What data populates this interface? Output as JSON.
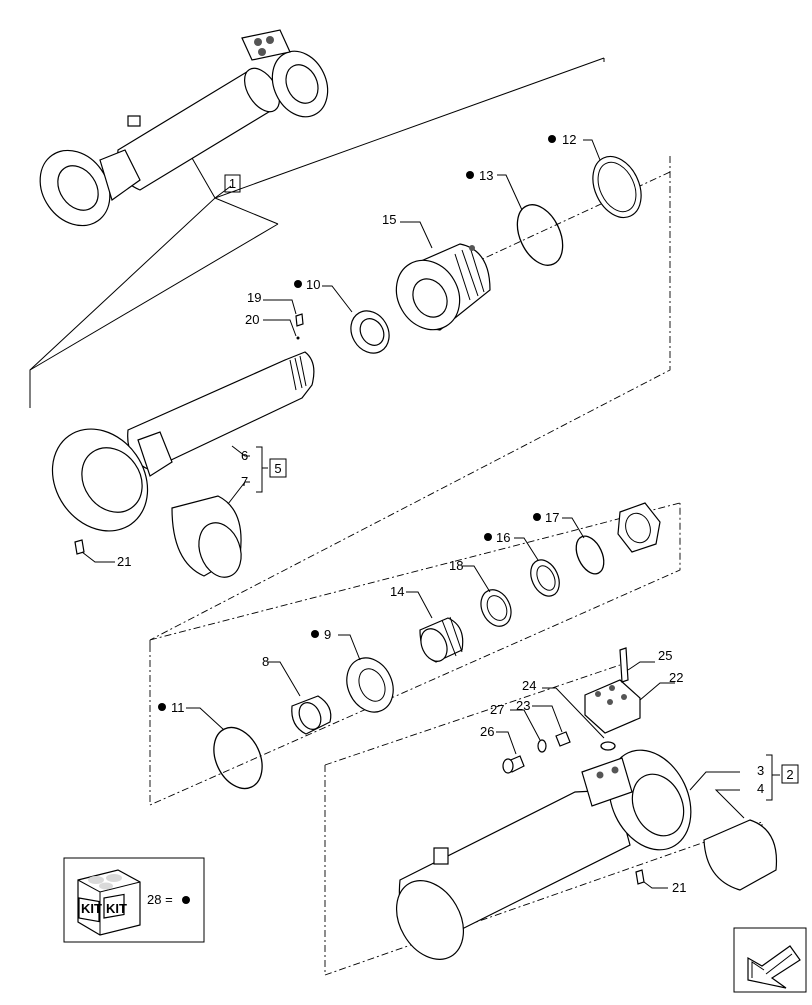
{
  "diagram": {
    "callouts": {
      "c1": "1",
      "c2": "2",
      "c3": "3",
      "c4": "4",
      "c5": "5",
      "c6": "6",
      "c7": "7",
      "c8": "8",
      "c9": "9",
      "c10": "10",
      "c11": "11",
      "c12": "12",
      "c13": "13",
      "c14": "14",
      "c15": "15",
      "c16": "16",
      "c17": "17",
      "c18": "18",
      "c19": "19",
      "c20": "20",
      "c21a": "21",
      "c21b": "21",
      "c22": "22",
      "c23": "23",
      "c24": "24",
      "c25": "25",
      "c26": "26",
      "c27": "27"
    },
    "legend": {
      "kit_word_1": "KIT",
      "kit_word_2": "KIT",
      "kit_label": "28 ="
    },
    "icons": [
      "kit-box-icon",
      "nav-arrow-icon"
    ]
  }
}
